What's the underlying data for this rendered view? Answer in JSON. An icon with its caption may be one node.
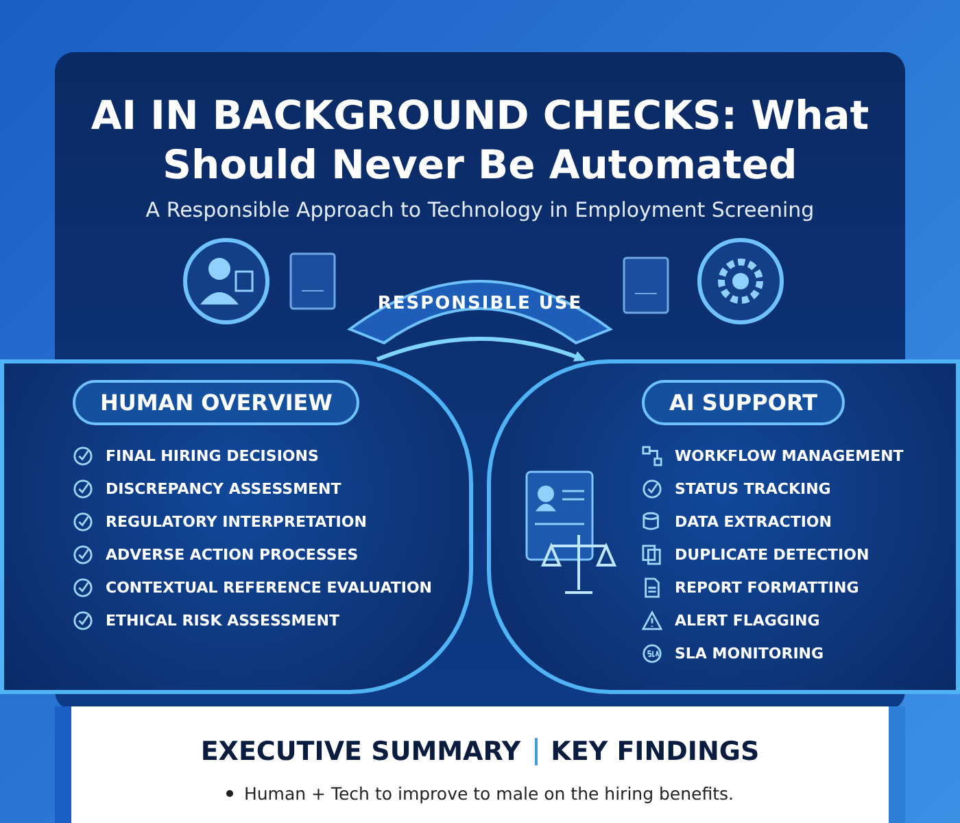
{
  "diagram": {
    "title": "AI IN BACKGROUND CHECKS: What Should Never Be Automated",
    "nodes": [
      {
        "text": [
          "HUMAN OVERVIEW",
          "FINAL HIRING DECISIONS",
          "DISCREPANCY ASSESSMENT",
          "REGULATORY INTERPRETATION",
          "ADVERSE ACTION PROCESSES",
          "CONTEXTUAL REFERENCE EVALUATION",
          "ETHICAL RISK ASSESSMENT"
        ]
      },
      {
        "text": [
          "AI SUPPORT",
          "WORKFLOW MANAGEMENT",
          "STATUS TRACKING",
          "DATA EXTRACTION",
          "DUPLICATE DETECTION",
          "REPORT FORMATTING",
          "ALERT FLAGGING",
          "SLA MONITORING"
        ]
      },
      {
        "text": [
          "EXECUTIVE SUMMARY",
          "KEY FINDINGS",
          "Human + Tech to improve to male on the hiring benefits."
        ]
      }
    ],
    "edges": [
      {
        "from": 0,
        "to": 1,
        "arrow": "to"
      }
    ],
    "labels": [
      "A Responsible Approach to Technology in Employment Screening",
      "RESPONSIBLE USE"
    ]
  }
}
